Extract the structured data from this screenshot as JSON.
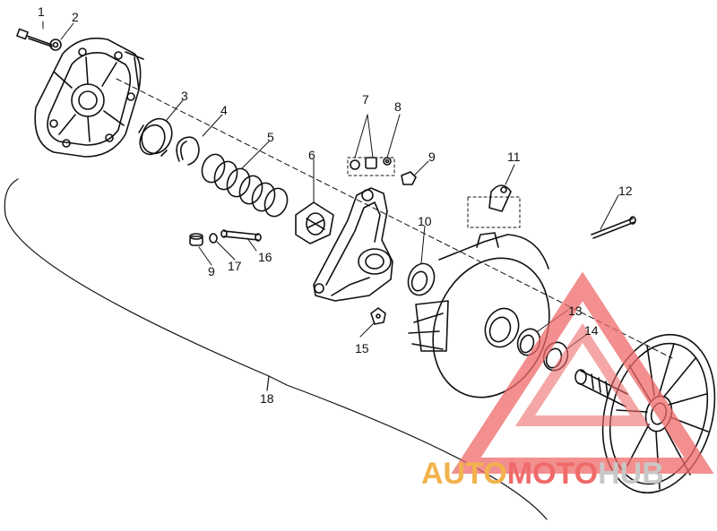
{
  "diagram": {
    "callouts": [
      {
        "id": "1",
        "text": "1"
      },
      {
        "id": "2",
        "text": "2"
      },
      {
        "id": "3",
        "text": "3"
      },
      {
        "id": "4",
        "text": "4"
      },
      {
        "id": "5",
        "text": "5"
      },
      {
        "id": "6",
        "text": "6"
      },
      {
        "id": "7",
        "text": "7"
      },
      {
        "id": "8",
        "text": "8"
      },
      {
        "id": "9a",
        "text": "9"
      },
      {
        "id": "9b",
        "text": "9"
      },
      {
        "id": "10",
        "text": "10"
      },
      {
        "id": "11",
        "text": "11"
      },
      {
        "id": "12",
        "text": "12"
      },
      {
        "id": "13",
        "text": "13"
      },
      {
        "id": "14",
        "text": "14"
      },
      {
        "id": "15",
        "text": "15"
      },
      {
        "id": "16",
        "text": "16"
      },
      {
        "id": "17",
        "text": "17"
      },
      {
        "id": "18",
        "text": "18"
      }
    ]
  },
  "watermark": {
    "part1": "AUTO",
    "part2": "MOTO",
    "part3": "HUB",
    "colors": {
      "primary": "#f2b24c",
      "secondary": "#ef6a6a",
      "tertiary": "#c8c8c8"
    }
  }
}
